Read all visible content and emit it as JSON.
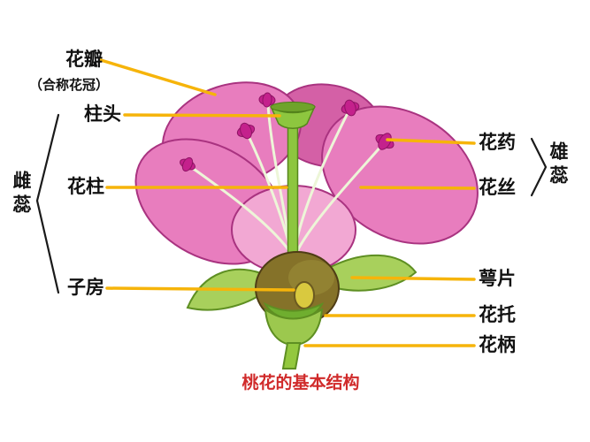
{
  "title": "桃花的基本结构",
  "labels": {
    "petal": "花瓣",
    "petal_sub": "（合称花冠）",
    "stigma": "柱头",
    "style": "花柱",
    "ovary": "子房",
    "pistil_group": "雌蕊",
    "anther": "花药",
    "filament": "花丝",
    "stamen_group": "雄蕊",
    "sepal": "萼片",
    "receptacle": "花托",
    "pedicel": "花柄"
  },
  "colors": {
    "label_text": "#111111",
    "title_text": "#D02A2A",
    "leader_line": "#F6B40A",
    "bracket": "#1A1A1A",
    "petal_fill": "#E87DBE",
    "petal_light": "#F2A8D3",
    "anther_fill": "#C4218C",
    "style_fill": "#8DC63F",
    "ovary_fill": "#857229",
    "ovule_fill": "#D9C93F",
    "sepal_fill": "#A8D05C",
    "stem_fill": "#93C83E"
  }
}
